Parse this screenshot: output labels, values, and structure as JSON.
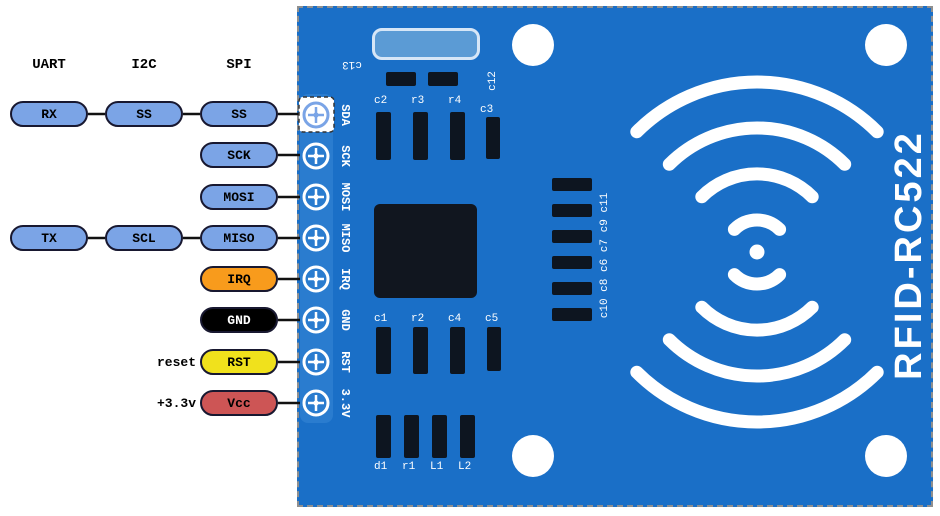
{
  "diagram": {
    "bus_headers": [
      {
        "label": "UART"
      },
      {
        "label": "I2C"
      },
      {
        "label": "SPI"
      }
    ],
    "pills": {
      "rx": "RX",
      "ss_i2c": "SS",
      "ss_spi": "SS",
      "sck": "SCK",
      "mosi": "MOSI",
      "tx": "TX",
      "scl": "SCL",
      "miso": "MISO",
      "irq": "IRQ",
      "gnd": "GND",
      "rst": "RST",
      "vcc": "Vcc"
    },
    "notes": {
      "reset": "reset",
      "power": "+3.3v"
    }
  },
  "board": {
    "name": "RFID-RC522",
    "pins": [
      {
        "label": "SDA"
      },
      {
        "label": "SCK"
      },
      {
        "label": "MOSI"
      },
      {
        "label": "MISO"
      },
      {
        "label": "IRQ"
      },
      {
        "label": "GND"
      },
      {
        "label": "RST"
      },
      {
        "label": "3.3V"
      }
    ],
    "silkscreen": {
      "c13": "c13",
      "c12": "c12",
      "c2": "c2",
      "r3": "r3",
      "r4": "r4",
      "c3": "c3",
      "c1": "c1",
      "r2": "r2",
      "c4": "c4",
      "c5": "c5",
      "cap_column": "c10 c8 c6 c7 c9 c11",
      "d1": "d1",
      "r1": "r1",
      "l1": "L1",
      "l2": "L2"
    },
    "colors": {
      "pcb": "#1a6fc7",
      "crystal": "#5b9bd5",
      "pill_blue": "#7ba4e6",
      "pill_orange": "#f89b1c",
      "pill_yellow": "#f0e11c",
      "pill_red": "#cd5555",
      "pill_black": "#000000"
    }
  }
}
